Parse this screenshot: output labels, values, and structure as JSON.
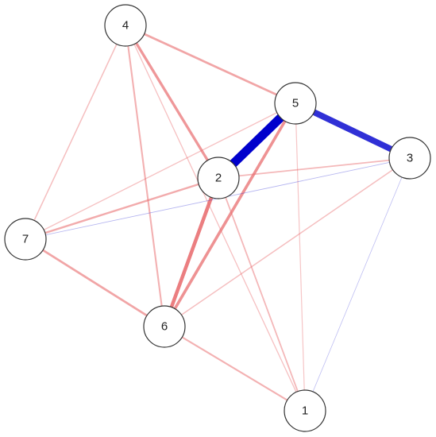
{
  "network": {
    "colors": {
      "positive": "#e8696b",
      "negative": "#0000cc",
      "node_fill": "#ffffff",
      "node_stroke": "#333333"
    },
    "nodes": [
      {
        "id": "1",
        "label": "1"
      },
      {
        "id": "2",
        "label": "2"
      },
      {
        "id": "3",
        "label": "3"
      },
      {
        "id": "4",
        "label": "4"
      },
      {
        "id": "5",
        "label": "5"
      },
      {
        "id": "6",
        "label": "6"
      },
      {
        "id": "7",
        "label": "7"
      }
    ],
    "edges": [
      {
        "source": "2",
        "target": "5",
        "sign": "negative",
        "strength": 1.0
      },
      {
        "source": "5",
        "target": "3",
        "sign": "negative",
        "strength": 0.7
      },
      {
        "source": "2",
        "target": "6",
        "sign": "positive",
        "strength": 0.75
      },
      {
        "source": "5",
        "target": "6",
        "sign": "positive",
        "strength": 0.6
      },
      {
        "source": "4",
        "target": "2",
        "sign": "positive",
        "strength": 0.55
      },
      {
        "source": "4",
        "target": "5",
        "sign": "positive",
        "strength": 0.45
      },
      {
        "source": "7",
        "target": "6",
        "sign": "positive",
        "strength": 0.45
      },
      {
        "source": "7",
        "target": "2",
        "sign": "positive",
        "strength": 0.4
      },
      {
        "source": "6",
        "target": "1",
        "sign": "positive",
        "strength": 0.35
      },
      {
        "source": "4",
        "target": "6",
        "sign": "positive",
        "strength": 0.35
      },
      {
        "source": "2",
        "target": "3",
        "sign": "positive",
        "strength": 0.3
      },
      {
        "source": "2",
        "target": "1",
        "sign": "positive",
        "strength": 0.3
      },
      {
        "source": "4",
        "target": "7",
        "sign": "positive",
        "strength": 0.25
      },
      {
        "source": "6",
        "target": "3",
        "sign": "positive",
        "strength": 0.25
      },
      {
        "source": "5",
        "target": "7",
        "sign": "positive",
        "strength": 0.22
      },
      {
        "source": "4",
        "target": "1",
        "sign": "positive",
        "strength": 0.22
      },
      {
        "source": "5",
        "target": "1",
        "sign": "positive",
        "strength": 0.2
      },
      {
        "source": "7",
        "target": "3",
        "sign": "negative",
        "strength": 0.08
      },
      {
        "source": "3",
        "target": "1",
        "sign": "negative",
        "strength": 0.05
      }
    ]
  }
}
